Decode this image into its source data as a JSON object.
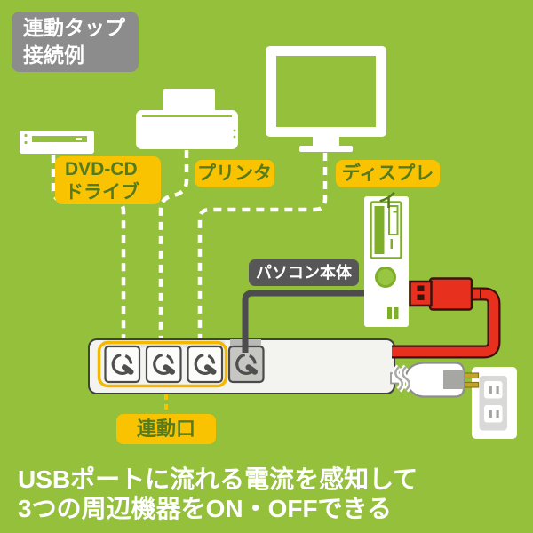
{
  "title_box": {
    "line1": "連動タップ",
    "line2": "接続例"
  },
  "devices": {
    "dvd_drive": {
      "label_line1": "DVD-CD",
      "label_line2": "ドライブ"
    },
    "printer": {
      "label": "プリンタ"
    },
    "display": {
      "label": "ディスプレイ"
    },
    "pc": {
      "label": "パソコン本体"
    }
  },
  "power_strip": {
    "linked_outlet_label": "連動口",
    "outlet_count": 4,
    "linked_outlet_count": 3
  },
  "caption": {
    "line1": "USBポートに流れる電流を感知して",
    "line2": "3つの周辺機器をON・OFFできる"
  },
  "colors": {
    "background": "#94c03c",
    "label_yellow": "#f9c301",
    "label_text_green": "#567a1e",
    "title_box_gray": "#8c8c8c",
    "pc_label_gray": "#575757",
    "device_white": "#ffffff",
    "usb_cable_red": "#e7301d",
    "usb_cable_outline": "#3c120c",
    "pc_cable_gray": "#4c4c4e",
    "strip_body": "#f3f3f0",
    "outlet_border": "#4a4a4a",
    "highlight_yellow": "#f5b800",
    "prong_gold": "#c3a52c"
  }
}
